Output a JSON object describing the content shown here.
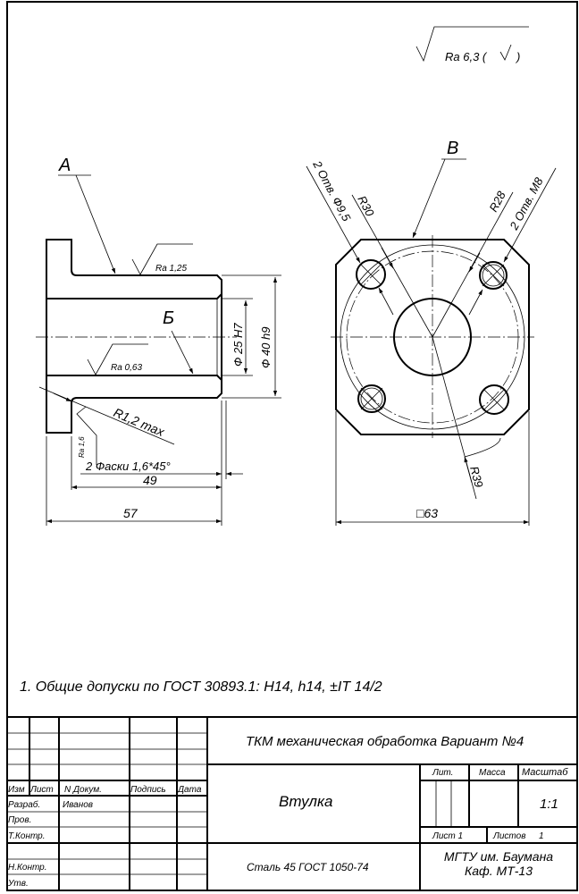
{
  "roughness_general": {
    "label": "Ra 6,3 (",
    "close": ")"
  },
  "left_view": {
    "leader_a": "A",
    "leader_b": "Б",
    "ra_outer": "Ra 1,25",
    "ra_inner": "Ra 0,63",
    "ra_face": "Ra 1,6",
    "fillet": "R1,2 max",
    "chamfers": "2 Фаски 1,6*45°",
    "dim_bore": "Ф 25 H7",
    "dim_outer": "Ф 40 h9",
    "dim_length_tube": "49",
    "dim_length_total": "57"
  },
  "right_view": {
    "leader_v": "В",
    "holes_plain": "2 Отв. Ф9,5",
    "holes_thread": "2 Отв. M8",
    "r30": "R30",
    "r28": "R28",
    "r39": "R39",
    "square": "□63"
  },
  "note": "1. Общие допуски по ГОСТ 30893.1:  H14, h14, ±IT 14/2",
  "title_block": {
    "project": "ТКМ механическая обработка Вариант №4",
    "part_name": "Втулка",
    "material": "Сталь 45 ГОСТ 1050-74",
    "organization_line1": "МГТУ им. Баумана",
    "organization_line2": "Каф. МТ-13",
    "headers": {
      "izm": "Изм",
      "list": "Лист",
      "doc": "N Докум.",
      "sign": "Подпись",
      "date": "Дата"
    },
    "roles": {
      "developer": "Разраб.",
      "checker": "Пров.",
      "tech_control": "Т.Контр.",
      "norm_control": "Н.Контр.",
      "approved": "Утв."
    },
    "developer_name": "Иванов",
    "lit": "Лит.",
    "mass": "Масса",
    "scale_label": "Масштаб",
    "scale_value": "1:1",
    "sheet": "Лист 1",
    "sheets": "Листов",
    "sheets_value": "1"
  }
}
